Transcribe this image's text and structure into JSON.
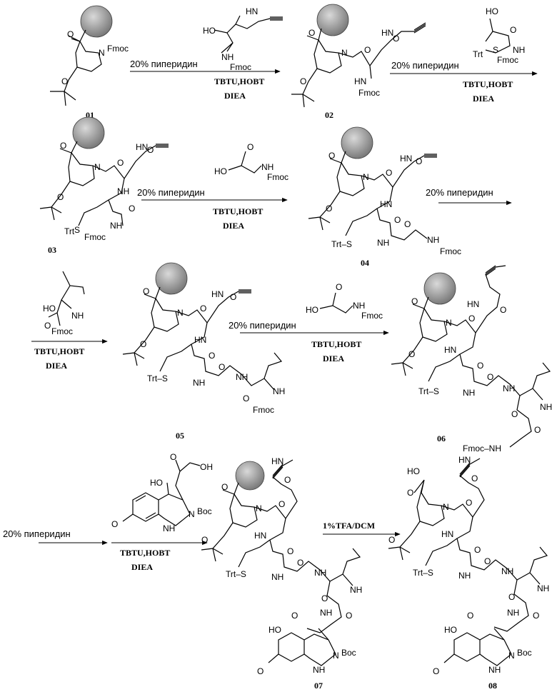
{
  "figure": {
    "compounds": [
      {
        "id": "01",
        "substituents": {
          "amine": "N",
          "protect": "Fmoc"
        }
      },
      {
        "id": "02"
      },
      {
        "id": "03"
      },
      {
        "id": "04"
      },
      {
        "id": "05"
      },
      {
        "id": "06"
      },
      {
        "id": "07"
      },
      {
        "id": "08"
      }
    ],
    "reagents": {
      "deprotect": "20% пиперидин",
      "coupling": "TBTU,HOBT",
      "base": "DIEA",
      "cleave": "1%TFA/DCM"
    },
    "atom_labels": {
      "N": "N",
      "NH": "NH",
      "HN": "HN",
      "O": "O",
      "S": "S",
      "HO": "HO",
      "OH": "OH",
      "Fmoc": "Fmoc",
      "Boc": "Boc",
      "Trt": "Trt",
      "Trt_S": "Trt–S",
      "Fmoc_NH": "Fmoc–NH"
    }
  }
}
